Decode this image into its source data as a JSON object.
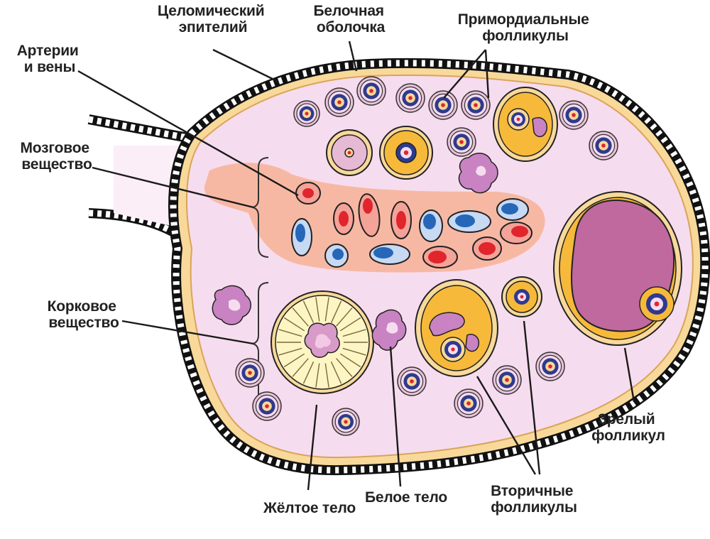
{
  "labels": {
    "coelomic_epithelium": [
      "Целомический",
      "эпителий"
    ],
    "tunica_albuginea": [
      "Белочная",
      "оболочка"
    ],
    "primordial_follicles": [
      "Примордиальные",
      "фолликулы"
    ],
    "arteries_veins": [
      "Артерии",
      "и вены"
    ],
    "medulla": [
      "Мозговое",
      "вещество"
    ],
    "cortex": [
      "Корковое",
      "вещество"
    ],
    "mature_follicle": [
      "Зрелый",
      "фолликул"
    ],
    "corpus_luteum": [
      "Жёлтое тело"
    ],
    "corpus_albicans": [
      "Белое тело"
    ],
    "secondary_follicles": [
      "Вторичные",
      "фолликулы"
    ]
  },
  "colors": {
    "stroma": "#f6dcef",
    "capsule": "#f8d99a",
    "medulla": "#f7b49a",
    "follicle_gold": "#f6b93a",
    "antrum": "#c0699f",
    "oocyte_blue": "#2d3a8f",
    "artery_red": "#e0252c",
    "vein_blue": "#2667b8",
    "corpus_luteum": "#fdf5c4",
    "corpus_albicans": "#c983c2"
  }
}
